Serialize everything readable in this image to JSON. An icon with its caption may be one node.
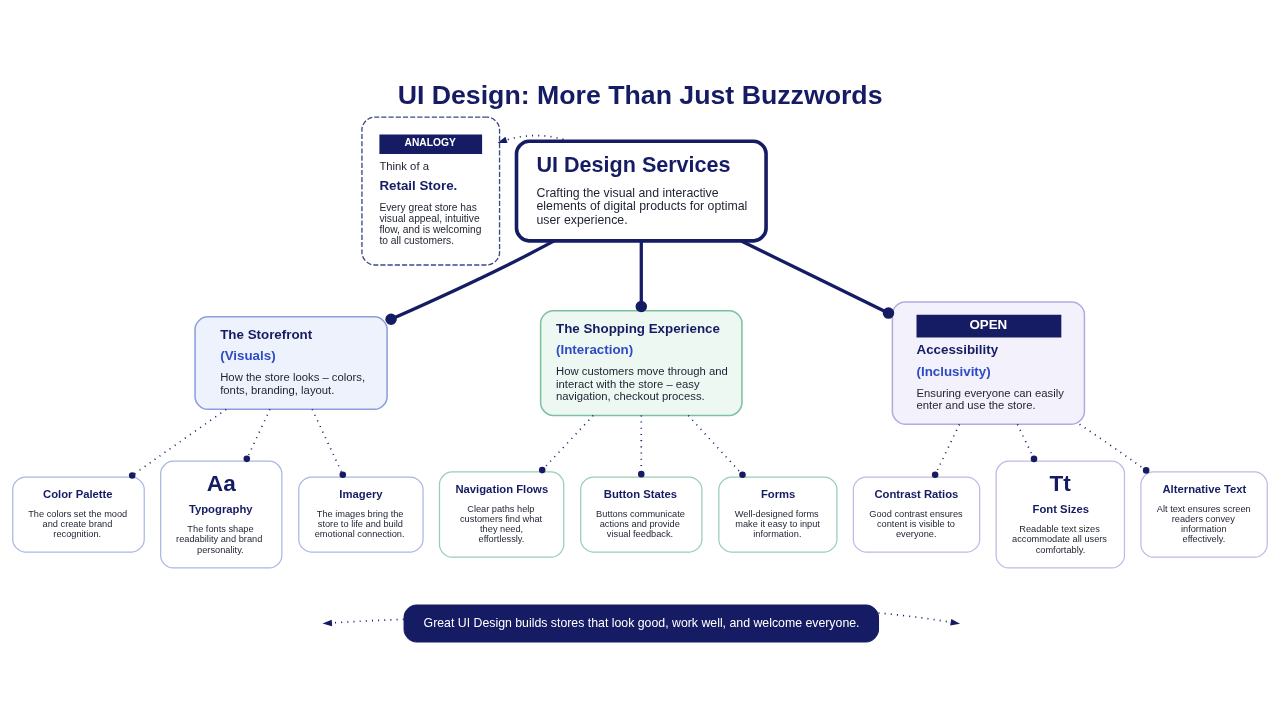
{
  "diagram": {
    "title": "UI Design: More Than Just Buzzwords",
    "nodes": [
      {
        "text": [
          "ANALOGY",
          "Think of a",
          "Retail Store.",
          "Every great store has visual appeal, intuitive flow, and is welcoming to all customers."
        ]
      },
      {
        "text": [
          "UI Design Services",
          "Crafting the visual and interactive elements of digital products for optimal user experience."
        ]
      },
      {
        "text": [
          "The Storefront",
          "(Visuals)",
          "How the store looks – colors, fonts, branding, layout."
        ]
      },
      {
        "text": [
          "The Shopping Experience",
          "(Interaction)",
          "How customers move through and interact with the store – easy navigation, checkout process."
        ]
      },
      {
        "text": [
          "OPEN",
          "Accessibility",
          "(Inclusivity)",
          "Ensuring everyone can easily enter and use the store."
        ]
      },
      {
        "text": [
          "Color Palette",
          "The colors set the mood and create brand recognition."
        ]
      },
      {
        "text": [
          "Aa",
          "Typography",
          "The fonts shape readability and brand personality."
        ]
      },
      {
        "text": [
          "Imagery",
          "The images bring the store to life and build emotional connection."
        ]
      },
      {
        "text": [
          "Navigation Flows",
          "Clear paths help customers find what they need, effortlessly."
        ]
      },
      {
        "text": [
          "Button States",
          "Buttons communicate actions and provide visual feedback."
        ]
      },
      {
        "text": [
          "Forms",
          "Well-designed forms make it easy to input information."
        ]
      },
      {
        "text": [
          "Contrast Ratios",
          "Good contrast ensures content is visible to everyone."
        ]
      },
      {
        "text": [
          "Tt",
          "Font Sizes",
          "Readable text sizes accommodate all users comfortably."
        ]
      },
      {
        "text": [
          "Alternative Text",
          "Alt text ensures screen readers convey information effectively."
        ]
      },
      {
        "text": [
          "Great UI Design builds stores that look good, work well, and welcome everyone."
        ]
      }
    ],
    "edges": [
      {
        "from": 1,
        "to": 0,
        "arrow": "to",
        "style": "dashed"
      },
      {
        "from": 1,
        "to": 2,
        "arrow": "other"
      },
      {
        "from": 1,
        "to": 3,
        "arrow": "other"
      },
      {
        "from": 1,
        "to": 4,
        "arrow": "other"
      },
      {
        "from": 2,
        "to": 5,
        "arrow": "other",
        "style": "dashed"
      },
      {
        "from": 2,
        "to": 6,
        "arrow": "other",
        "style": "dashed"
      },
      {
        "from": 2,
        "to": 7,
        "arrow": "other",
        "style": "dashed"
      },
      {
        "from": 3,
        "to": 8,
        "arrow": "other",
        "style": "dashed"
      },
      {
        "from": 3,
        "to": 9,
        "arrow": "other",
        "style": "dashed"
      },
      {
        "from": 3,
        "to": 10,
        "arrow": "other",
        "style": "dashed"
      },
      {
        "from": 4,
        "to": 11,
        "arrow": "other",
        "style": "dashed"
      },
      {
        "from": 4,
        "to": 12,
        "arrow": "other",
        "style": "dashed"
      },
      {
        "from": 4,
        "to": 13,
        "arrow": "other",
        "style": "dashed"
      },
      {
        "from": 14,
        "to": null,
        "arrow": "to",
        "style": "dashed"
      },
      {
        "from": 14,
        "to": null,
        "arrow": "to",
        "style": "dashed"
      }
    ]
  }
}
